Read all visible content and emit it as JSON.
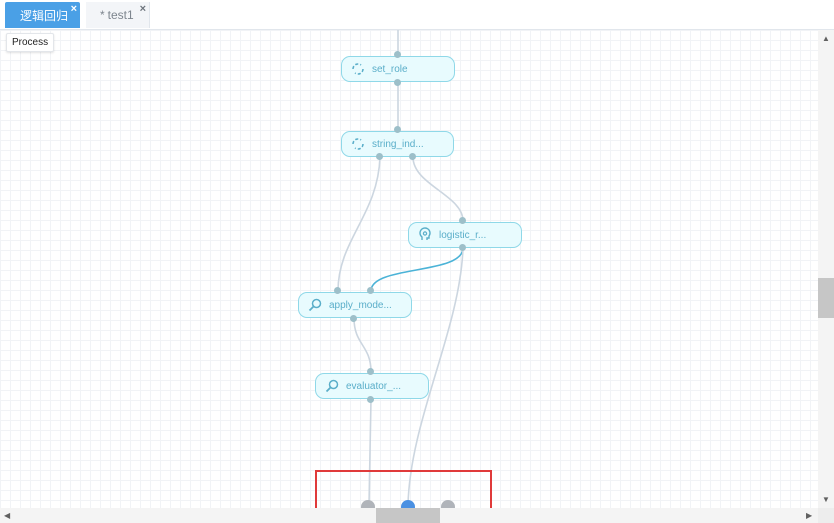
{
  "tabs": [
    {
      "label": "逻辑回归",
      "close": "×"
    },
    {
      "label": "test1",
      "dirty_marker": "*",
      "close": "×"
    }
  ],
  "canvas": {
    "process_label": "Process",
    "nodes": [
      {
        "label": "set_role",
        "icon": "refresh-icon"
      },
      {
        "label": "string_ind...",
        "icon": "refresh-icon"
      },
      {
        "label": "logistic_r...",
        "icon": "model-head-icon"
      },
      {
        "label": "apply_mode...",
        "icon": "magnifier-icon"
      },
      {
        "label": "evaluator_...",
        "icon": "magnifier-icon"
      }
    ]
  },
  "scrollbars": {
    "up_arrow": "▲",
    "down_arrow": "▼",
    "left_arrow": "◀",
    "right_arrow": "▶"
  },
  "colors": {
    "tab_active": "#4aa0e6",
    "node_fill": "#e8fbfe",
    "node_border": "#8fd8e8",
    "node_text": "#5aaec9",
    "edge": "#ccd6e0",
    "active_edge": "#4bb3d7",
    "port": "#9dbfc9",
    "output_port_active": "#4a90e2",
    "output_port_idle": "#b0b4ba",
    "highlight": "#e03a3a"
  }
}
